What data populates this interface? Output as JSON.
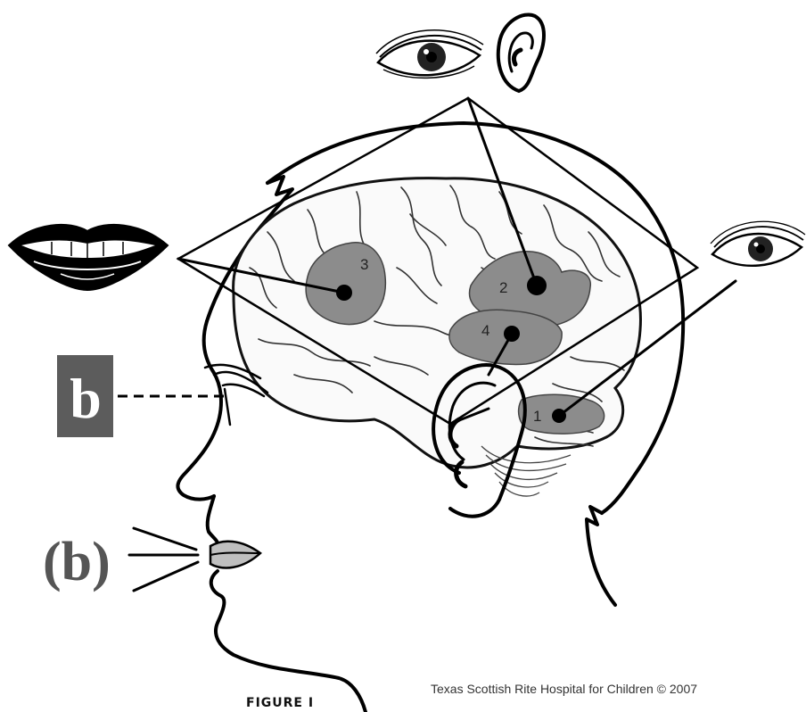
{
  "figure": {
    "caption": "FIGURE I",
    "credit": "Texas Scottish Rite Hospital for Children © 2007"
  },
  "symbols": {
    "boxed_letter": "b",
    "spoken_letter": "(b)"
  },
  "brain_areas": [
    {
      "number": "1",
      "fill": "#8c8c8c"
    },
    {
      "number": "2",
      "fill": "#8c8c8c"
    },
    {
      "number": "3",
      "fill": "#8c8c8c"
    },
    {
      "number": "4",
      "fill": "#8c8c8c"
    }
  ],
  "icons": [
    "eye-icon",
    "ear-icon",
    "mouth-icon",
    "eye-icon"
  ]
}
